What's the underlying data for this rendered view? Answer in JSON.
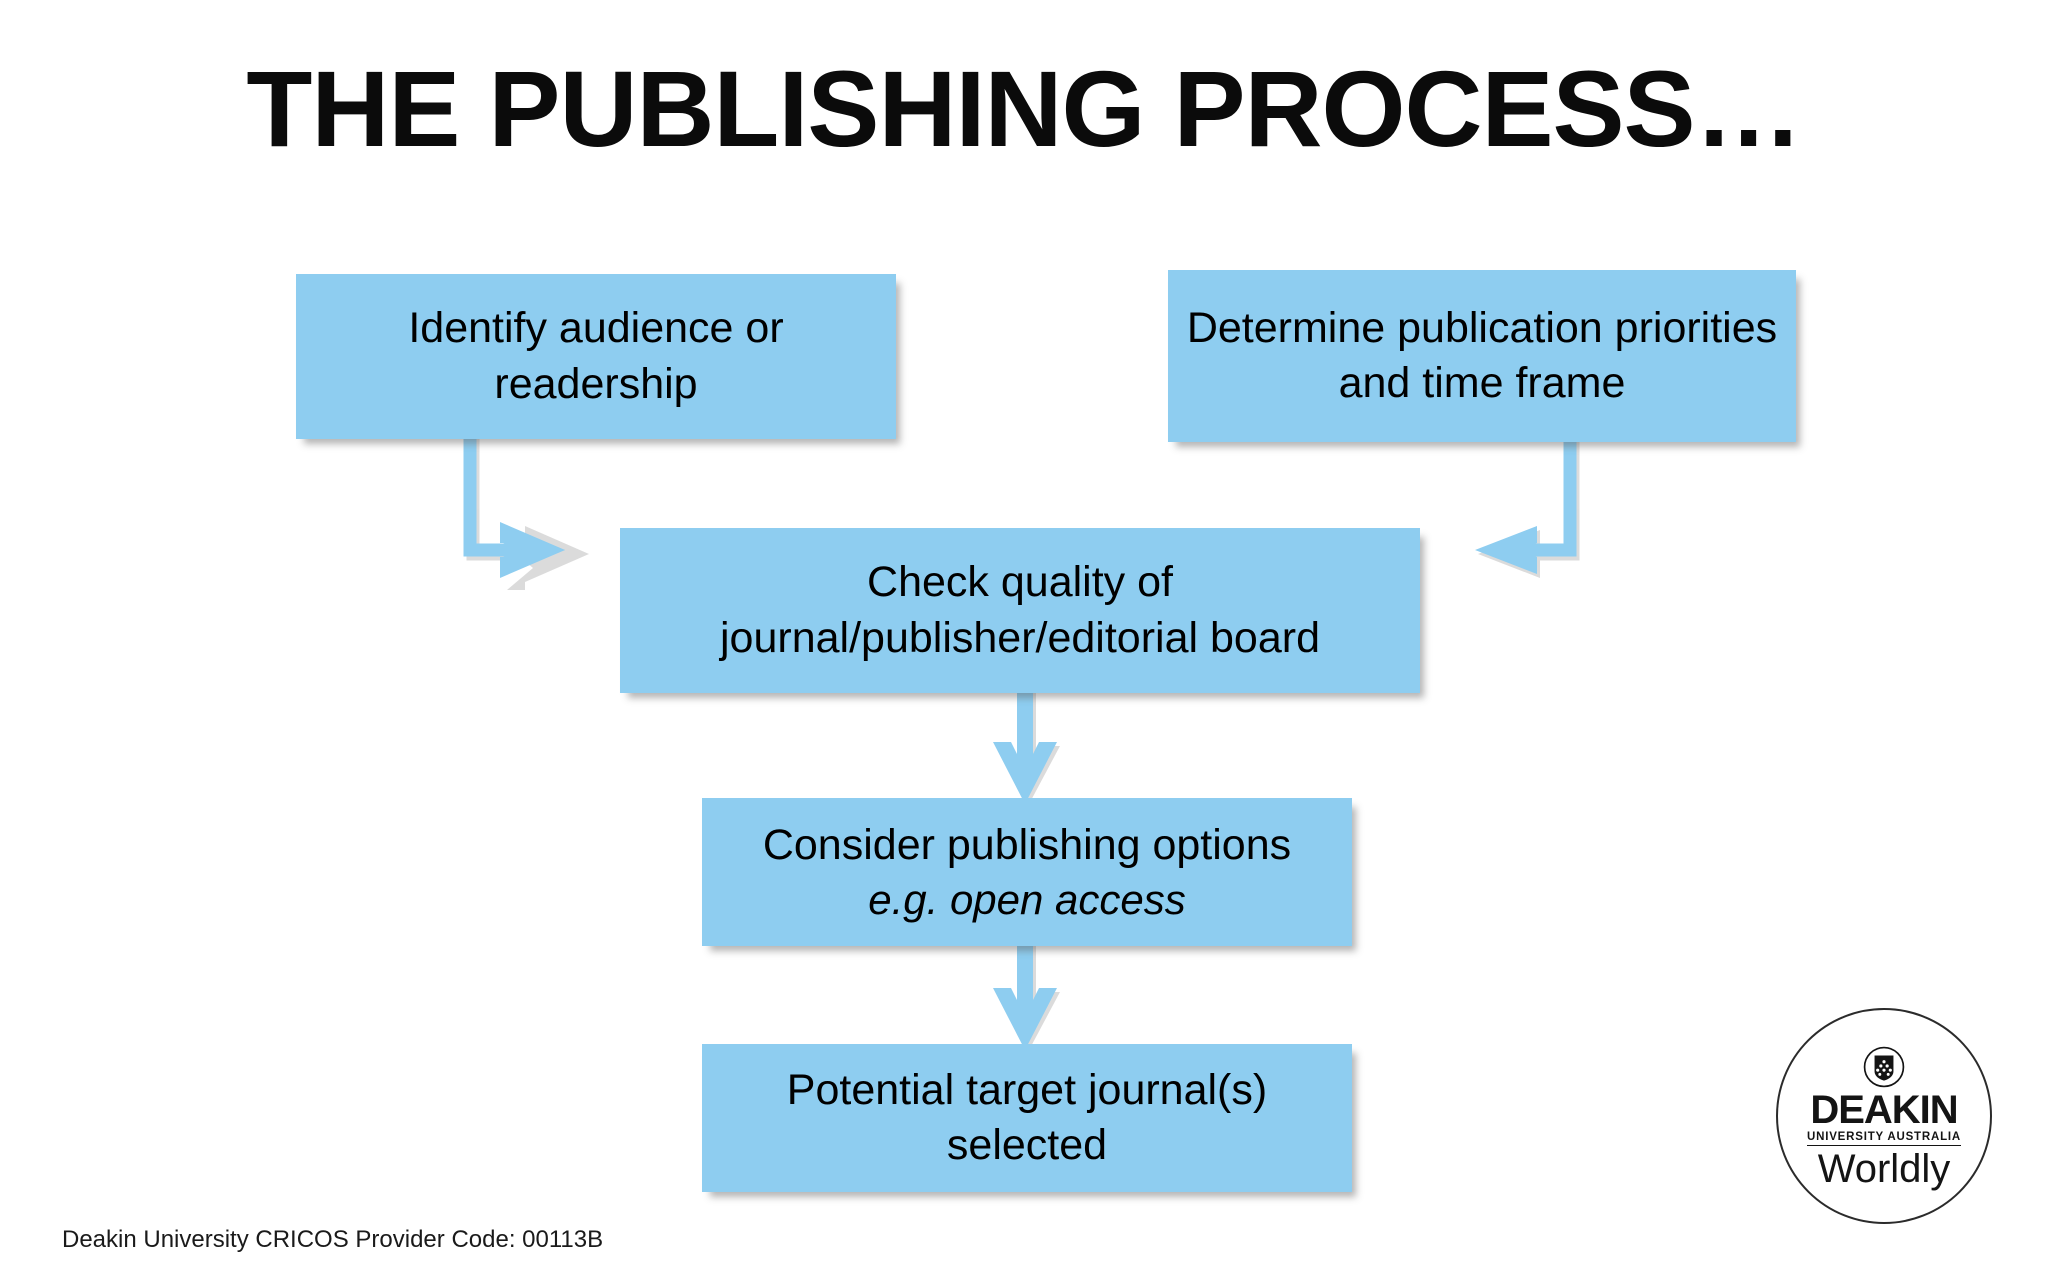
{
  "slide": {
    "title": "THE PUBLISHING PROCESS…",
    "background_color": "#ffffff",
    "box_fill_color": "#8ecdf0",
    "text_color": "#000000",
    "connector_color": "#8ecdf0"
  },
  "diagram": {
    "type": "flowchart",
    "boxes": [
      {
        "id": "identify",
        "text": "Identify audience or readership"
      },
      {
        "id": "determine",
        "text": "Determine publication priorities and time frame"
      },
      {
        "id": "check",
        "text": "Check quality of journal/publisher/editorial board"
      },
      {
        "id": "consider",
        "text": "Consider publishing options",
        "subtext": "e.g. open access"
      },
      {
        "id": "potential",
        "text": "Potential target journal(s) selected"
      }
    ],
    "connectors": [
      {
        "id": "identify-to-check",
        "from": "identify",
        "to": "check",
        "shape": "elbow-down-right",
        "arrow": "right"
      },
      {
        "id": "determine-to-check",
        "from": "determine",
        "to": "check",
        "shape": "elbow-down-left",
        "arrow": "left"
      },
      {
        "id": "check-to-consider",
        "from": "check",
        "to": "consider",
        "shape": "straight",
        "arrow": "down"
      },
      {
        "id": "consider-to-potential",
        "from": "consider",
        "to": "potential",
        "shape": "straight",
        "arrow": "down"
      }
    ]
  },
  "footer": {
    "text": "Deakin University CRICOS Provider Code: 00113B"
  },
  "logo": {
    "wordmark": "DEAKIN",
    "subtitle": "UNIVERSITY AUSTRALIA",
    "tagline": "Worldly",
    "crest_icon": "deakin-crest-icon"
  }
}
